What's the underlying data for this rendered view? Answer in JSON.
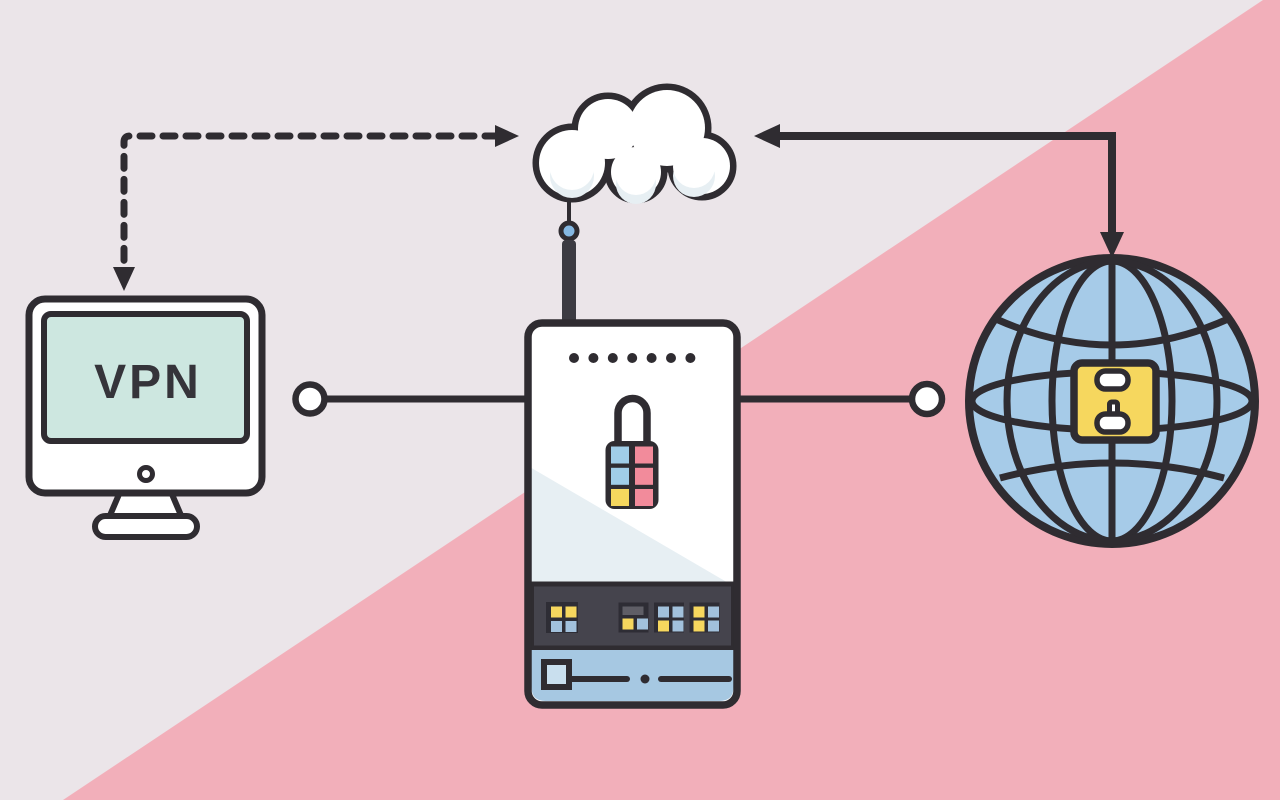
{
  "diagram": {
    "kind": "vpn-network-illustration",
    "nodes": {
      "client": {
        "icon": "monitor-icon",
        "label": "VPN"
      },
      "vpn_server": {
        "icon": "server-padlock-icon",
        "status_dot_count": 7,
        "port_block_count": 4
      },
      "cloud": {
        "icon": "cloud-icon"
      },
      "internet": {
        "icon": "globe-icon",
        "center_icon": "archive-box-icon"
      }
    },
    "connections": [
      {
        "from": "client",
        "to": "cloud",
        "style": "dashed",
        "arrowheads": [
          "down-at-client",
          "right-at-cloud"
        ]
      },
      {
        "from": "internet",
        "to": "cloud",
        "style": "solid",
        "arrowheads": [
          "left-at-cloud",
          "down-at-internet"
        ]
      },
      {
        "from": "client",
        "to": "vpn_server",
        "style": "solid-line-with-node-circle"
      },
      {
        "from": "vpn_server",
        "to": "internet",
        "style": "solid-line-with-node-circle"
      }
    ]
  },
  "colors": {
    "background_top": "#ebe5e9",
    "background_bottom": "#f2afba",
    "outline": "#2f2c31",
    "screen": "#cde7e0",
    "globe": "#a6cbe8",
    "accent_blue": "#a0cde8",
    "accent_pink": "#f28b9b",
    "accent_yellow": "#f6d75e",
    "panel_dark": "#45444d",
    "panel_blue": "#a6c8e2"
  }
}
